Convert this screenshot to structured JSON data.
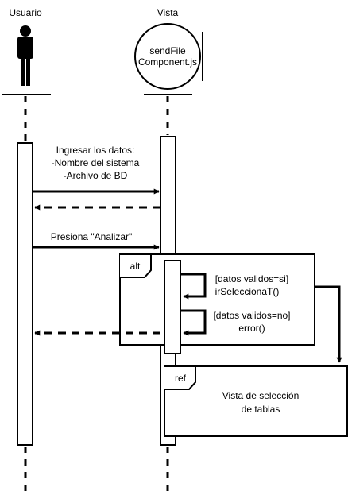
{
  "participants": {
    "user": {
      "label": "Usuario",
      "type": "actor"
    },
    "view": {
      "label": "Vista",
      "type": "boundary",
      "name_line1": "sendFile",
      "name_line2": "Component.js"
    }
  },
  "messages": {
    "ingresar": {
      "line1": "Ingresar los datos:",
      "line2": "-Nombre del sistema",
      "line3": "-Archivo de BD"
    },
    "analizar": {
      "label": "Presiona \"Analizar\""
    }
  },
  "fragments": {
    "alt": {
      "label": "alt",
      "guard1": "[datos validos=si]",
      "call1": "irSeleccionaT()",
      "guard2": "[datos validos=no]",
      "call2": "error()"
    },
    "ref": {
      "label": "ref",
      "line1": "Vista de selección",
      "line2": "de tablas"
    }
  },
  "colors": {
    "stroke": "#000000",
    "background": "#ffffff"
  }
}
